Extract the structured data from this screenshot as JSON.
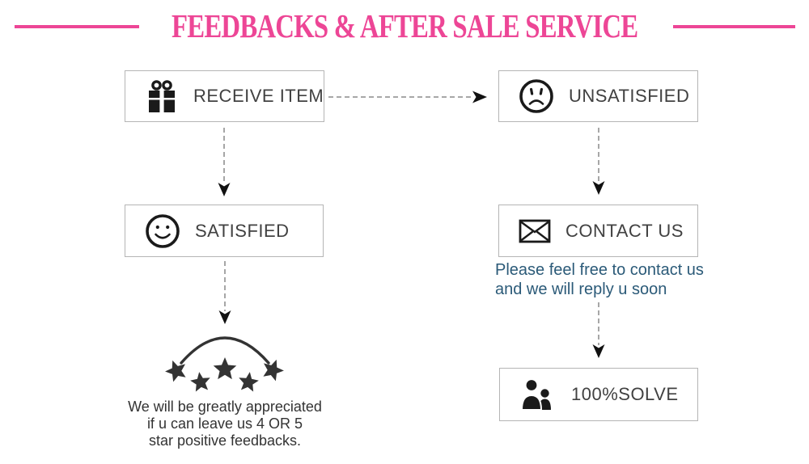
{
  "title": {
    "text": "FEEDBACKS & AFTER SALE SERVICE"
  },
  "colors": {
    "accent_pink": "#ED4696",
    "note_blue": "#2B5A78",
    "box_border": "#B5B5B5",
    "box_text": "#414141",
    "icon_black": "#1A1A1A",
    "star_dark": "#333333"
  },
  "boxes": {
    "receive_item": {
      "label": "RECEIVE ITEM",
      "icon": "gift-icon"
    },
    "unsatisfied": {
      "label": "UNSATISFIED",
      "icon": "sad-face-icon"
    },
    "satisfied": {
      "label": "SATISFIED",
      "icon": "smiley-face-icon"
    },
    "contact_us": {
      "label": "CONTACT US",
      "icon": "envelope-icon"
    },
    "solve": {
      "label": "100%SOLVE",
      "icon": "people-icon"
    }
  },
  "notes": {
    "contact_line1": "Please feel free to contact us",
    "contact_line2": "and we will reply u soon",
    "feedback_line1": "We will be greatly appreciated",
    "feedback_line2": "if u can leave us 4 OR 5",
    "feedback_line3": "star positive feedbacks."
  },
  "rating": {
    "star_count": 5
  }
}
